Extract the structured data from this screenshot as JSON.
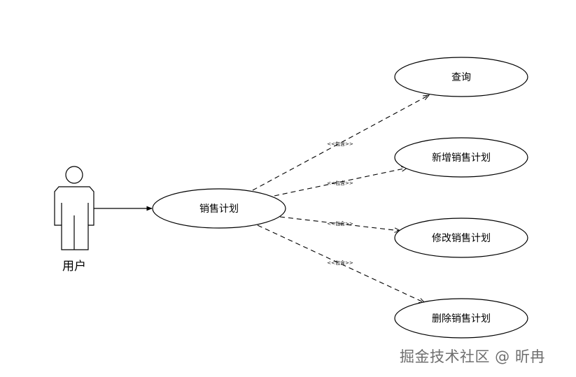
{
  "actor": {
    "name": "用户"
  },
  "use_cases": {
    "main": "销售计划",
    "query": "查询",
    "add": "新增销售计划",
    "edit": "修改销售计划",
    "delete": "删除销售计划"
  },
  "relations": {
    "include_label": "<<包含>>"
  },
  "watermark": {
    "text": "掘金技术社区 @ 昕冉"
  },
  "colors": {
    "stroke": "#000000",
    "background": "#ffffff",
    "watermark": "#6f6f6f"
  }
}
